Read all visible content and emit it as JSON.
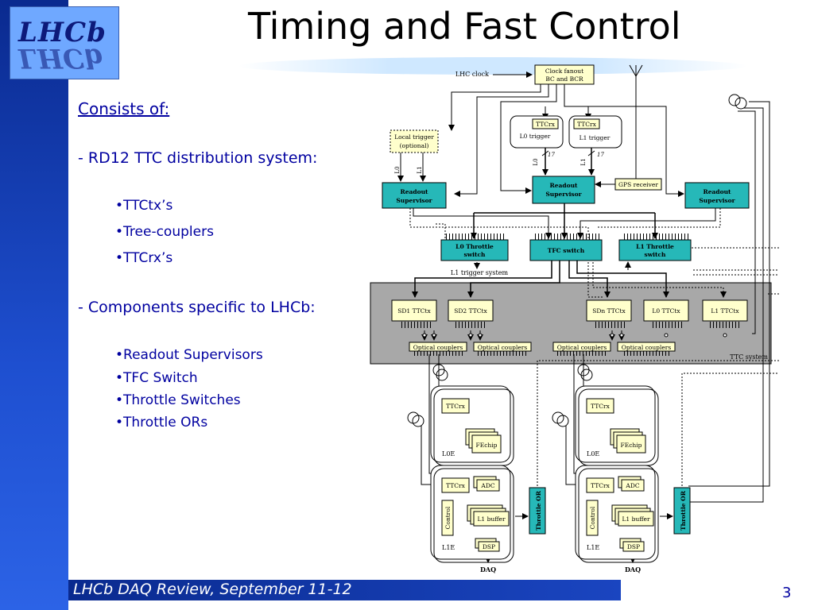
{
  "slide": {
    "title": "Timing and Fast Control",
    "footer": "LHCb DAQ Review, September 11-12",
    "page_number": "3",
    "logo_text": "LHCb"
  },
  "bullets": {
    "heading": "Consists of:",
    "items": [
      {
        "text": "- RD12 TTC distribution system:",
        "level": 0
      },
      {
        "text": "•TTCtx’s",
        "level": 1
      },
      {
        "text": "•Tree-couplers",
        "level": 1
      },
      {
        "text": "•TTCrx’s",
        "level": 1
      },
      {
        "text": "- Components specific to LHCb:",
        "level": 0
      },
      {
        "text": "•Readout Supervisors",
        "level": 1
      },
      {
        "text": "•TFC Switch",
        "level": 1
      },
      {
        "text": "•Throttle Switches",
        "level": 1
      },
      {
        "text": "•Throttle ORs",
        "level": 1
      }
    ]
  },
  "diagram": {
    "lhc_clock": "LHC clock",
    "clock_fanout": [
      "Clock fanout",
      "BC and BCR"
    ],
    "local_trigger": [
      "Local trigger",
      "(optional)"
    ],
    "ttcrx": "TTCrx",
    "l0_trigger": "L0 trigger",
    "l1_trigger": "L1 trigger",
    "l0": "L0",
    "l1": "L1",
    "bus_width": "17",
    "readout_supervisor": [
      "Readout",
      "Supervisor"
    ],
    "gps_receiver": "GPS receiver",
    "l0_throttle_switch": [
      "L0 Throttle",
      "switch"
    ],
    "tfc_switch": "TFC switch",
    "l1_throttle_switch": [
      "L1 Throttle",
      "switch"
    ],
    "l1_trigger_system": "L1 trigger system",
    "ttctx": [
      "SD1 TTCtx",
      "SD2 TTCtx",
      "SDn TTCtx",
      "L0 TTCtx",
      "L1 TTCtx"
    ],
    "optical_couplers": "Optical couplers",
    "ttc_system": "TTC system",
    "fechip": "FEchip",
    "l0e": "L0E",
    "adc": "ADC",
    "control": "Control",
    "l1_buffer": "L1 buffer",
    "dsp": "DSP",
    "l1e": "L1E",
    "daq": "DAQ",
    "throttle_or": "Throttle OR"
  }
}
